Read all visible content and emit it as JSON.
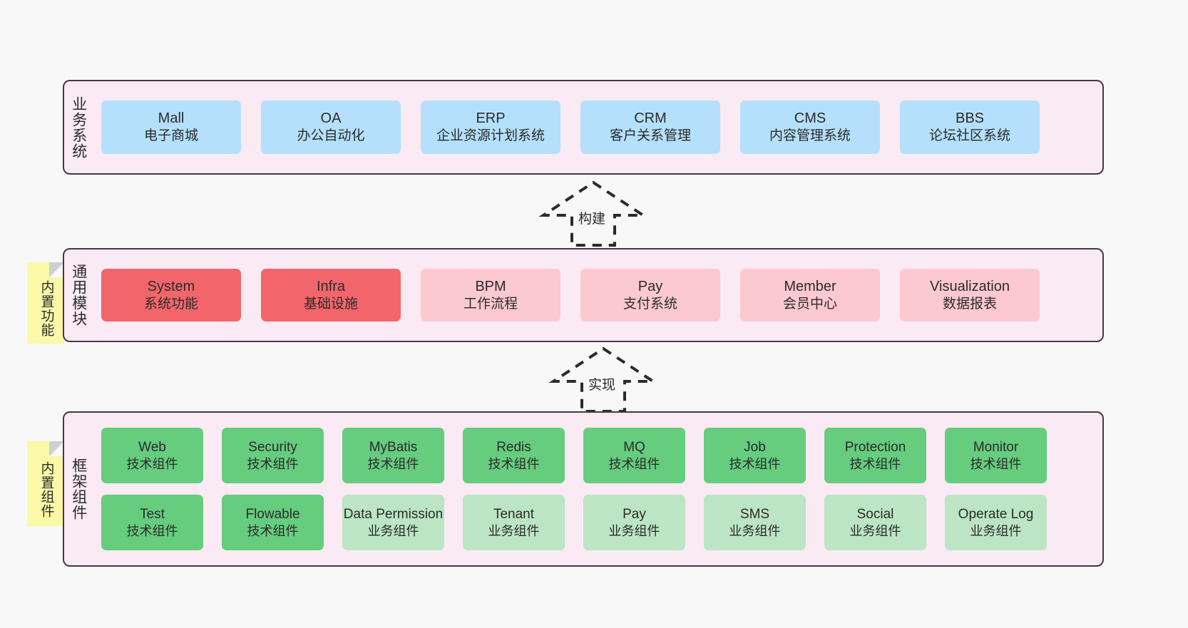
{
  "diagram": {
    "background_color": "#f8f8f8",
    "panel_color": "#f9eaf3",
    "panel_border_color": "#413b44"
  },
  "layers": {
    "business": {
      "label": "业务系统",
      "card_color": "#b4e0fb",
      "items": [
        {
          "name": "Mall",
          "desc": "电子商城"
        },
        {
          "name": "OA",
          "desc": "办公自动化"
        },
        {
          "name": "ERP",
          "desc": "企业资源计划系统"
        },
        {
          "name": "CRM",
          "desc": "客户关系管理"
        },
        {
          "name": "CMS",
          "desc": "内容管理系统"
        },
        {
          "name": "BBS",
          "desc": "论坛社区系统"
        }
      ]
    },
    "modules": {
      "label": "通用模块",
      "card_color_primary": "#f2666b",
      "card_color_secondary": "#fbc9cf",
      "items": [
        {
          "name": "System",
          "desc": "系统功能",
          "variant": "red"
        },
        {
          "name": "Infra",
          "desc": "基础设施",
          "variant": "red"
        },
        {
          "name": "BPM",
          "desc": "工作流程",
          "variant": "pink"
        },
        {
          "name": "Pay",
          "desc": "支付系统",
          "variant": "pink"
        },
        {
          "name": "Member",
          "desc": "会员中心",
          "variant": "pink"
        },
        {
          "name": "Visualization",
          "desc": "数据报表",
          "variant": "pink"
        }
      ]
    },
    "framework": {
      "label": "框架组件",
      "card_color_primary": "#66cc7e",
      "card_color_secondary": "#bbe5c4",
      "row1": [
        {
          "name": "Web",
          "desc": "技术组件",
          "variant": "green"
        },
        {
          "name": "Security",
          "desc": "技术组件",
          "variant": "green"
        },
        {
          "name": "MyBatis",
          "desc": "技术组件",
          "variant": "green"
        },
        {
          "name": "Redis",
          "desc": "技术组件",
          "variant": "green"
        },
        {
          "name": "MQ",
          "desc": "技术组件",
          "variant": "green"
        },
        {
          "name": "Job",
          "desc": "技术组件",
          "variant": "green"
        },
        {
          "name": "Protection",
          "desc": "技术组件",
          "variant": "green"
        },
        {
          "name": "Monitor",
          "desc": "技术组件",
          "variant": "green"
        }
      ],
      "row2": [
        {
          "name": "Test",
          "desc": "技术组件",
          "variant": "green"
        },
        {
          "name": "Flowable",
          "desc": "技术组件",
          "variant": "green"
        },
        {
          "name": "Data Permission",
          "desc": "业务组件",
          "variant": "lightgreen"
        },
        {
          "name": "Tenant",
          "desc": "业务组件",
          "variant": "lightgreen"
        },
        {
          "name": "Pay",
          "desc": "业务组件",
          "variant": "lightgreen"
        },
        {
          "name": "SMS",
          "desc": "业务组件",
          "variant": "lightgreen"
        },
        {
          "name": "Social",
          "desc": "业务组件",
          "variant": "lightgreen"
        },
        {
          "name": "Operate Log",
          "desc": "业务组件",
          "variant": "lightgreen"
        }
      ]
    }
  },
  "notes": {
    "color": "#fbf8a7",
    "builtin_function": "内置功能",
    "builtin_component": "内置组件"
  },
  "connectors": [
    {
      "label": "构建",
      "style": "dashed-generalization"
    },
    {
      "label": "实现",
      "style": "dashed-generalization"
    }
  ]
}
